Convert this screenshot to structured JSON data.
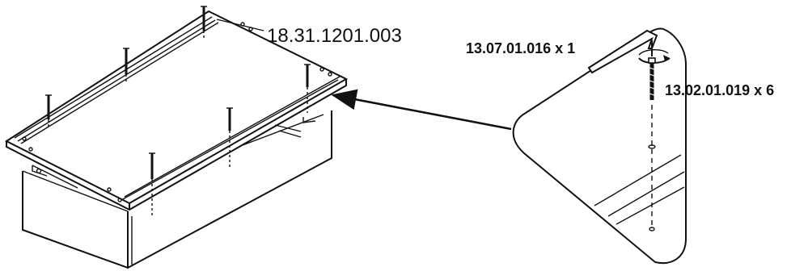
{
  "labels": {
    "panel_part_number": "18.31.1201.003",
    "hex_key": "13.07.01.016 x 1",
    "screw": "13.02.01.019 x 6"
  }
}
